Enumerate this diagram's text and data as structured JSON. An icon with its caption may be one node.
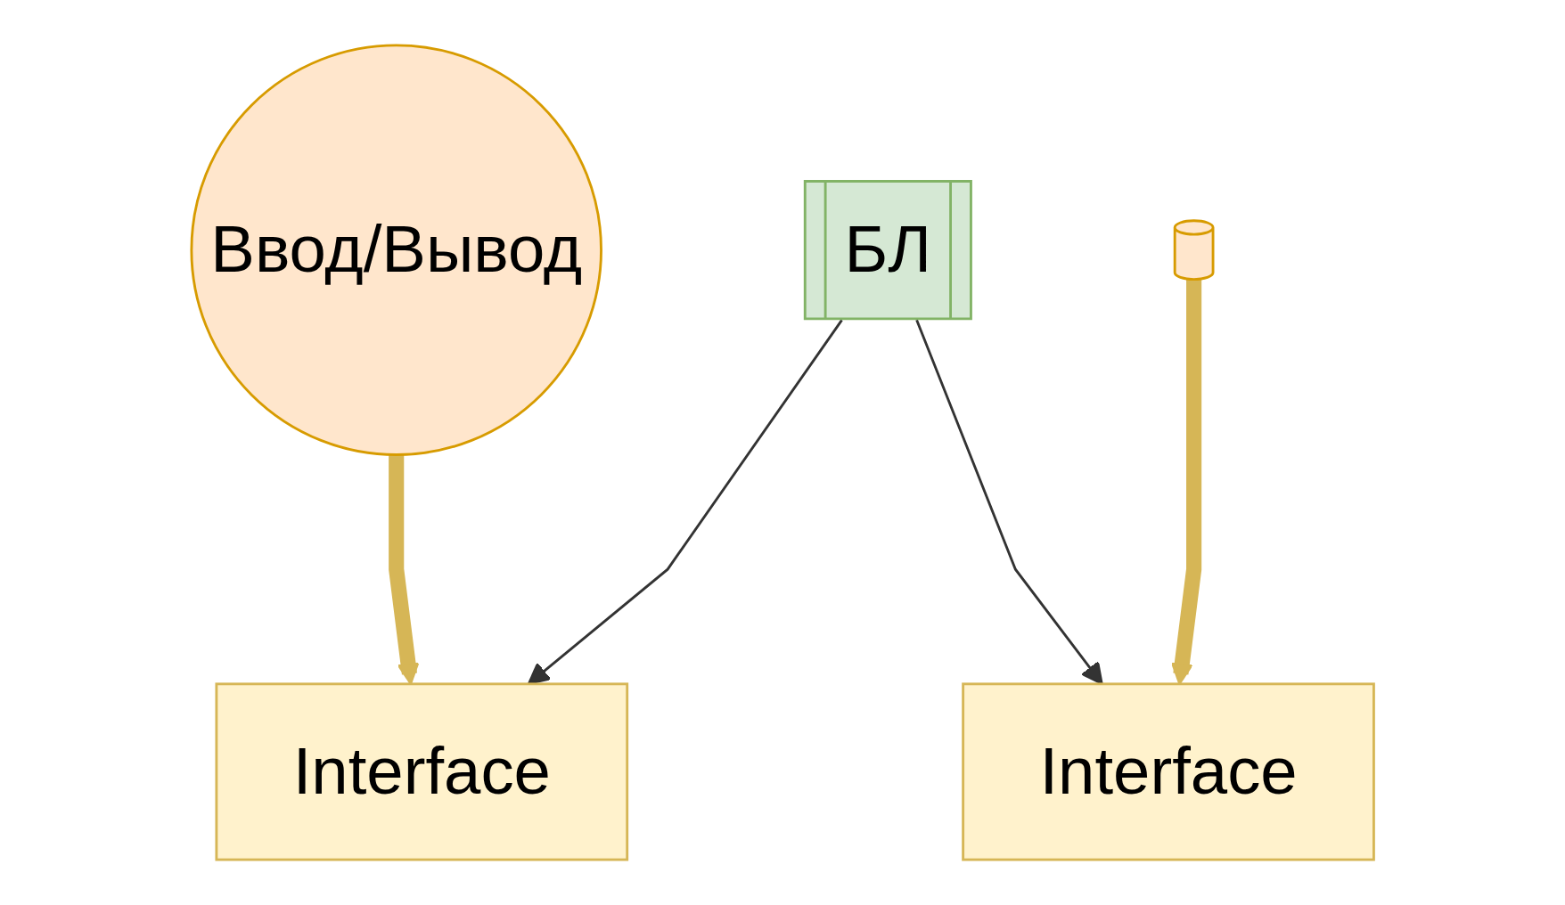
{
  "diagram": {
    "nodes": [
      {
        "text": [
          "БЛ"
        ]
      },
      {
        "text": [
          "Interface"
        ]
      },
      {
        "text": [
          "Interface"
        ]
      },
      {
        "text": [
          "Ввод/Вывод"
        ]
      },
      {
        "text": [],
        "shape": "cylinder"
      }
    ],
    "edges": [
      {
        "from": 0,
        "to": 1,
        "arrow": "to"
      },
      {
        "from": 0,
        "to": 2,
        "arrow": "to"
      },
      {
        "from": 3,
        "to": 1,
        "arrow": "to",
        "style": "thick",
        "color": "#d6b656"
      },
      {
        "from": 4,
        "to": 2,
        "arrow": "to",
        "style": "thick",
        "color": "#d6b656"
      }
    ]
  }
}
